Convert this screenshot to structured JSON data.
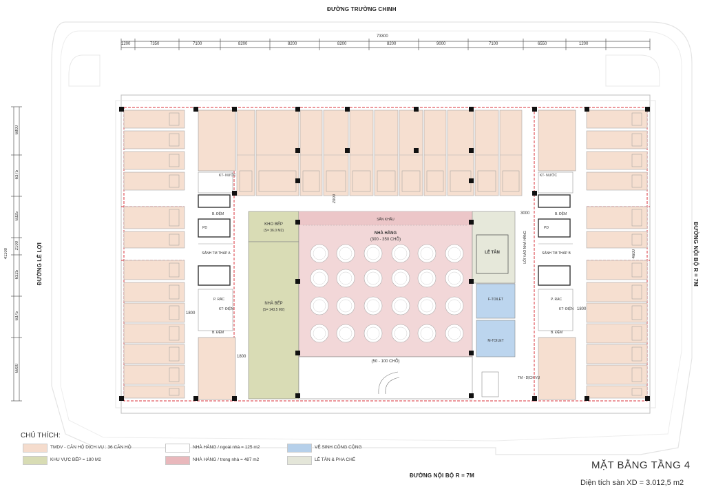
{
  "streets": {
    "top": "ĐƯỜNG TRƯỜNG CHINH",
    "left": "ĐƯỜNG LÊ LỢI",
    "right": "ĐƯỜNG NỘI BỘ R = 7M",
    "bottom": "ĐƯỜNG NỘI BỘ R = 7M"
  },
  "dimensions": {
    "total_width": "73300",
    "top_segments": [
      "1200",
      "7350",
      "7100",
      "8200",
      "8200",
      "8200",
      "8200",
      "9000",
      "7100",
      "6550",
      "1200"
    ],
    "total_height": "41100",
    "left_segments": [
      "6800",
      "6375",
      "6325",
      "2100",
      "6325",
      "6375",
      "6800"
    ],
    "inner": [
      "2000",
      "3000",
      "1800",
      "1800",
      "1800",
      "4600"
    ]
  },
  "rooms": {
    "kho_bep_name": "KHO BẾP",
    "kho_bep_area": "(S= 36.0 M2)",
    "nha_bep_name": "NHÀ BẾP",
    "nha_bep_area": "(S= 143.5 M2)",
    "san_khau": "SÂN KHẤU",
    "nha_hang_name": "NHÀ HÀNG",
    "nha_hang_capacity": "(300 - 350 CHỖ)",
    "le_tan": "LỄ TÂN",
    "loi_vao": "LỐI VÀO NHÀ HÀNG",
    "f_toilet": "F-TOILET",
    "m_toilet": "M-TOILET",
    "outdoor_capacity": "(50 - 100 CHỖ)",
    "tm_dich_vu": "TM - DỊCH VỤ",
    "sanh_a": "SẢNH TM THÁP A",
    "sanh_b": "SẢNH TM THÁP B",
    "p_rac": "P. RÁC",
    "b_dem": "B. ĐỆM",
    "kt_nuoc": "KT- NƯỚC",
    "kt_dien": "KT- ĐIỆN",
    "pd": "PD"
  },
  "legend": {
    "title": "CHÚ THÍCH:",
    "items": [
      {
        "label": "TMDV - CĂN HỘ DỊCH VỤ : 36 CĂN HỘ",
        "color": "#f5dccd"
      },
      {
        "label": "KHU VỰC BẾP = 180 M2",
        "color": "#d8dcb4"
      },
      {
        "label": "NHÀ HÀNG / ngoài nhà = 125 m2",
        "color": "#ffffff"
      },
      {
        "label": "NHÀ HÀNG / trong nhà = 487 m2",
        "color": "#e9b8bc"
      },
      {
        "label": "VỆ SINH CÔNG CỘNG",
        "color": "#b6d0ea"
      },
      {
        "label": "LỄ TÂN & PHA CHẾ",
        "color": "#e4e6d9"
      }
    ]
  },
  "heading": {
    "title": "MẶT BẰNG TẦNG 4",
    "subtitle": "Diện tích sàn XD = 3.012,5 m2"
  },
  "colors": {
    "apartment": "#f6dfd0",
    "kitchen": "#d9dcb5",
    "restaurant": "#f2d7d8",
    "toilet": "#bcd5ee",
    "reception": "#e6e8da",
    "boundary": "#d9313a"
  }
}
